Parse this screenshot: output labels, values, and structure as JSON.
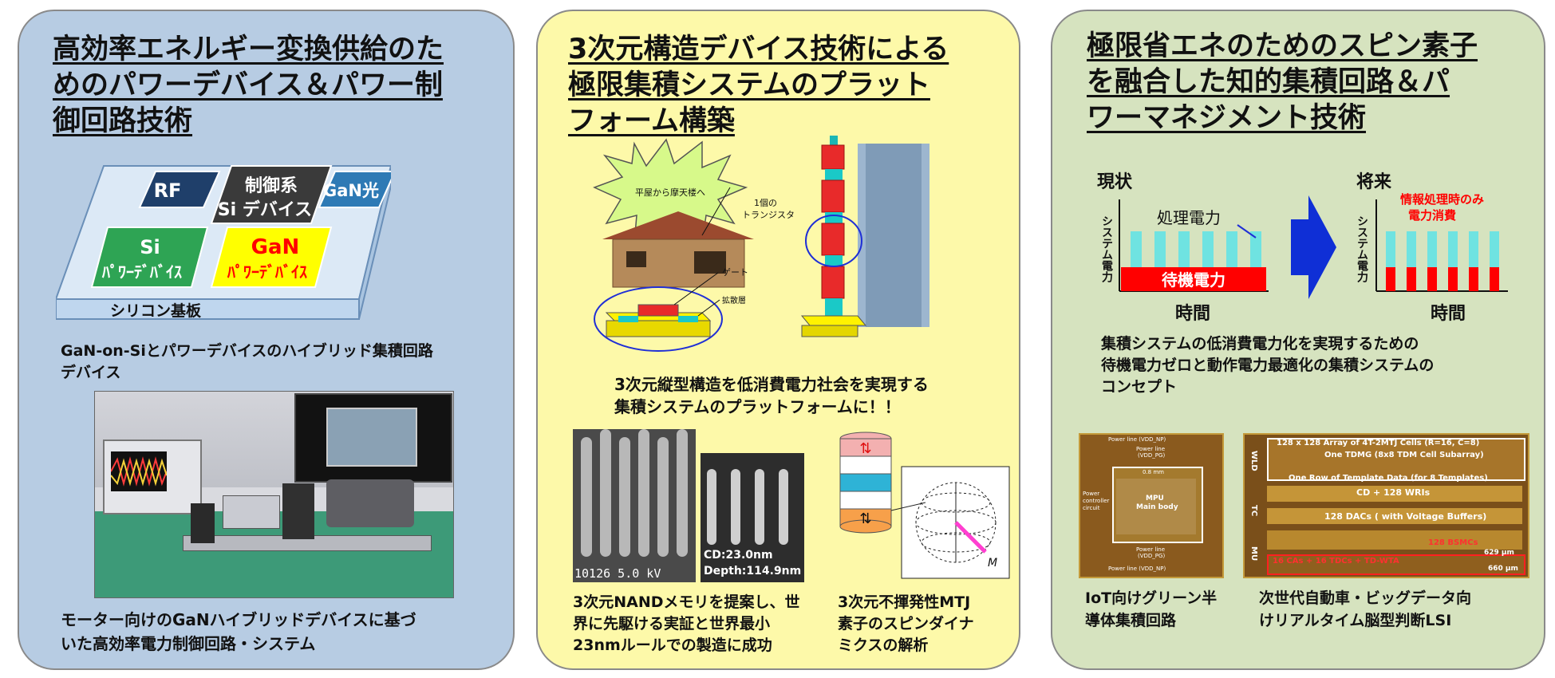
{
  "panels": [
    {
      "title": "高効率エネルギー変換供給のためのパワーデバイス＆パワー制御回路技術",
      "title_lines": [
        "高効率エネルギー変換供給のた",
        "めのパワーデバイス＆パワー制",
        "御回路技術"
      ],
      "chip": {
        "rf": "RF",
        "si_ctrl_1": "制御系",
        "si_ctrl_2": "Si デバイス",
        "gan_light": "GaN光",
        "si_power_1": "Si",
        "si_power_2": "ﾊﾟﾜｰﾃﾞﾊﾞｲｽ",
        "gan_power_1": "GaN",
        "gan_power_2": "ﾊﾟﾜｰﾃﾞﾊﾞｲｽ",
        "substrate": "シリコン基板"
      },
      "caption1_lines": [
        "GaN-on-Siとパワーデバイスのハイブリッド集積回路",
        "デバイス"
      ],
      "caption2_lines": [
        "モーター向けのGaNハイブリッドデバイスに基づ",
        "いた高効率電力制御回路・システム"
      ]
    },
    {
      "title": "3次元構造デバイス技術による極限集積システムのプラットフォーム構築",
      "title_lines": [
        "3次元構造デバイス技術による",
        "極限集積システムのプラット",
        "フォーム構築"
      ],
      "burst": "平屋から摩天楼へ",
      "transistor_label_1": "1個の",
      "transistor_label_2": "トランジスタ",
      "gate_label": "ゲート",
      "diffusion_label": "拡散層",
      "caption_lines": [
        "3次元縦型構造を低消費電力社会を実現する",
        "集積システムのプラットフォームに！！"
      ],
      "sem_left_text": "10126  5.0 kV",
      "sem_cd": "CD:23.0nm",
      "sem_depth": "Depth:114.9nm",
      "mtj_vector": "M",
      "caption_nand_lines": [
        "3次元NANDメモリを提案し、世",
        "界に先駆ける実証と世界最小",
        "23nmルールでの製造に成功"
      ],
      "caption_mtj_lines": [
        "3次元不揮発性MTJ",
        "素子のスピンダイナ",
        "ミクスの解析"
      ]
    },
    {
      "title": "極限省エネのためのスピン素子を融合した知的集積回路＆パワーマネジメント技術",
      "title_lines": [
        "極限省エネのためのスピン素子",
        "を融合した知的集積回路＆パ",
        "ワーマネジメント技術"
      ],
      "now_label": "現状",
      "future_label": "将来",
      "ylabel": "システム電力",
      "processing_power": "処理電力",
      "standby_power": "待機電力",
      "future_note_1": "情報処理時のみ",
      "future_note_2": "電力消費",
      "xlabel_left": "時間",
      "xlabel_right": "時間",
      "concept_lines": [
        "集積システムの低消費電力化を実現するための",
        "待機電力ゼロと動作電力最適化の集積システムの",
        "コンセプト"
      ],
      "chip1": {
        "pl_top": "Power line (VDD_NP)",
        "pl_top2_1": "Power line",
        "pl_top2_2": "(VDD_PG)",
        "dim": "0.8 mm",
        "mpu_1": "MPU",
        "mpu_2": "Main body",
        "pcc_1": "Power",
        "pcc_2": "controller",
        "pcc_3": "circuit",
        "pl_bot1_1": "Power line",
        "pl_bot1_2": "(VDD_PG)",
        "pl_bot2": "Power line (VDD_NP)"
      },
      "chip2": {
        "l1": "128 x 128 Array of 4T-2MTJ Cells (R=16, C=8)",
        "l2": "One TDMG (8x8 TDM Cell Subarray)",
        "l3": "One Row of Template Data (for 8 Templates)",
        "l4": "CD + 128 WRIs",
        "l5": "128 DACs  ( with Voltage Buffers)",
        "l6": "128 BSMCs",
        "l7": "16 CAs + 16 TDCs + TD-WTA",
        "wld": "WLD",
        "tc": "TC",
        "mu": "MU",
        "w1": "629 µm",
        "w2": "660 µm"
      },
      "caption_iot_lines": [
        "IoT向けグリーン半",
        "導体集積回路"
      ],
      "caption_lsi_lines": [
        "次世代自動車・ビッグデータ向",
        "けリアルタイム脳型判断LSI"
      ]
    }
  ],
  "colors": {
    "panel1_bg": "#b7cce3",
    "panel2_bg": "#fdf9a9",
    "panel3_bg": "#d6e3bf",
    "standby_red": "#ff0000",
    "processing_cyan": "#6fe3e1",
    "arrow_blue": "#0f2fd6"
  }
}
